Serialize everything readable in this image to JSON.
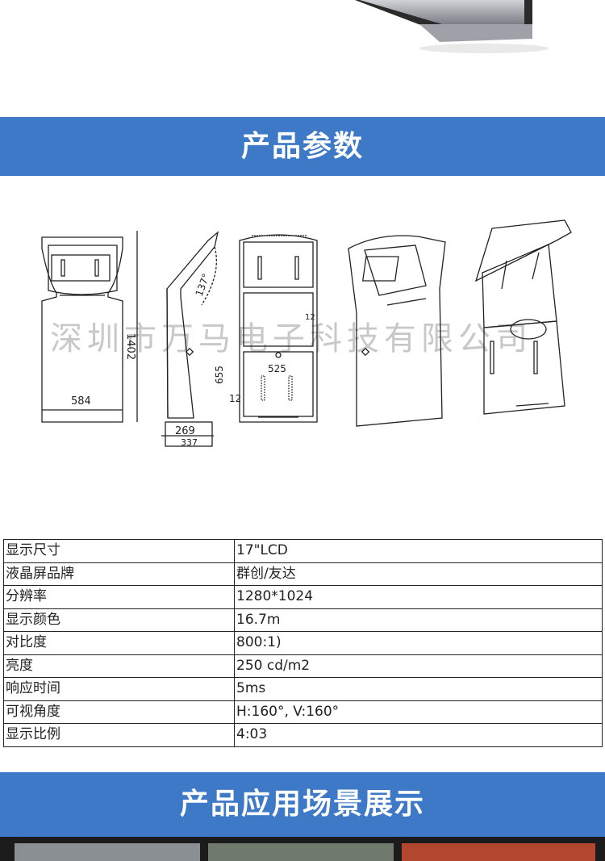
{
  "section_params": {
    "title": "产品参数"
  },
  "section_scenes": {
    "title": "产品应用场景展示"
  },
  "watermark": "深圳市万马电子科技有限公司",
  "dimensions": {
    "height_total": "1402",
    "width_front": "584",
    "depth_top": "269",
    "depth_base": "337",
    "angle": "137°",
    "lower_height": "655",
    "inner_width": "525",
    "offset_a": "12",
    "offset_b": "12"
  },
  "specs": [
    {
      "label": "显示尺寸",
      "value": "17\"LCD"
    },
    {
      "label": "液晶屏品牌",
      "value": "群创/友达"
    },
    {
      "label": "分辨率",
      "value": "1280*1024"
    },
    {
      "label": "显示颜色",
      "value": "16.7m"
    },
    {
      "label": "对比度",
      "value": "800:1)"
    },
    {
      "label": "亮度",
      "value": "250 cd/m2"
    },
    {
      "label": "响应时间",
      "value": "5ms"
    },
    {
      "label": "可视角度",
      "value": "H:160°, V:160°"
    },
    {
      "label": "显示比例",
      "value": "4:03"
    }
  ],
  "colors": {
    "banner": "#3e79c7",
    "line": "#222222"
  }
}
